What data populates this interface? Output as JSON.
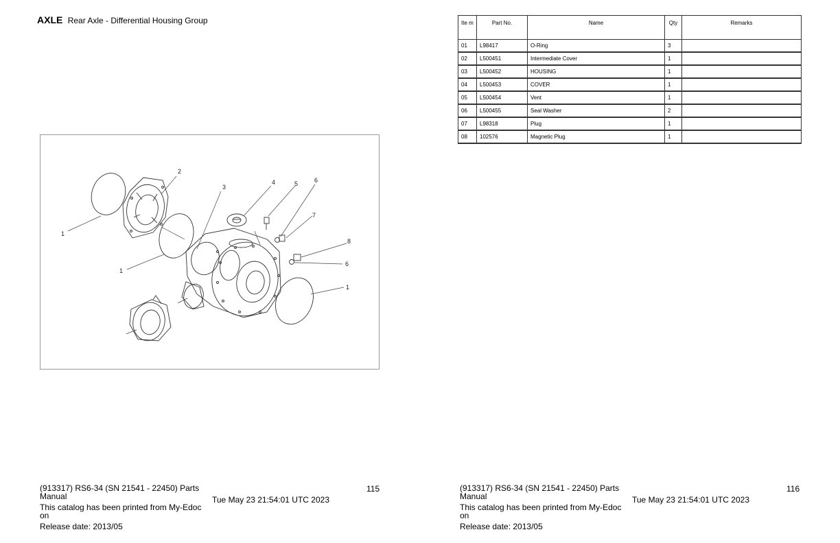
{
  "header": {
    "section": "AXLE",
    "subtitle": "Rear Axle - Differential Housing Group"
  },
  "table": {
    "headers": {
      "item": "Ite m",
      "part_no": "Part No.",
      "name": "Name",
      "qty": "Qty",
      "remarks": "Remarks"
    },
    "rows": [
      {
        "item": "01",
        "part_no": "L98417",
        "name": "O-Ring",
        "qty": "3",
        "remarks": ""
      },
      {
        "item": "02",
        "part_no": "L500451",
        "name": "Intermediate Cover",
        "qty": "1",
        "remarks": ""
      },
      {
        "item": "03",
        "part_no": "L500452",
        "name": "HOUSING",
        "qty": "1",
        "remarks": ""
      },
      {
        "item": "04",
        "part_no": "L500453",
        "name": "COVER",
        "qty": "1",
        "remarks": ""
      },
      {
        "item": "05",
        "part_no": "L500454",
        "name": "Vent",
        "qty": "1",
        "remarks": ""
      },
      {
        "item": "06",
        "part_no": "L500455",
        "name": "Seal Washer",
        "qty": "2",
        "remarks": ""
      },
      {
        "item": "07",
        "part_no": "L98318",
        "name": "Plug",
        "qty": "1",
        "remarks": ""
      },
      {
        "item": "08",
        "part_no": "102576",
        "name": "Magnetic Plug",
        "qty": "1",
        "remarks": ""
      }
    ]
  },
  "figure": {
    "callouts": [
      "1",
      "2",
      "1",
      "3",
      "4",
      "5",
      "6",
      "7",
      "8",
      "6",
      "1"
    ]
  },
  "footer_left": {
    "manual": "(913317) RS6-34 (SN 21541 - 22450) Parts Manual",
    "catalog": "This catalog has been printed from My-Edoc on",
    "release": "Release date: 2013/05",
    "timestamp": "Tue May 23 21:54:01 UTC 2023",
    "page": "115"
  },
  "footer_right": {
    "manual": "(913317) RS6-34 (SN 21541 - 22450) Parts Manual",
    "catalog": "This catalog has been printed from My-Edoc on",
    "release": "Release date: 2013/05",
    "timestamp": "Tue May 23 21:54:01 UTC 2023",
    "page": "116"
  }
}
